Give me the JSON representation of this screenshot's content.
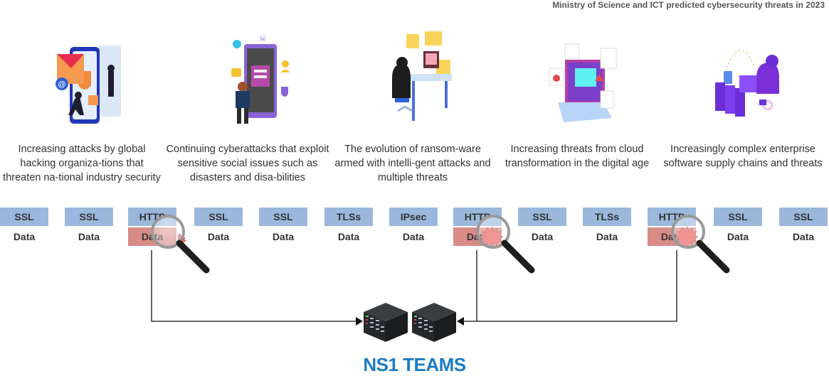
{
  "header": {
    "title": "Ministry of Science and ICT predicted cybersecurity threats in 2023"
  },
  "threats": [
    {
      "icon": "hacker-phone-email-illustration-icon",
      "caption": "Increasing attacks by global hacking organiza-tions that threaten na-tional industry security"
    },
    {
      "icon": "tablet-phishing-illustration-icon",
      "caption": "Continuing cyberattacks that exploit sensitive social issues such as disasters and disa-bilities"
    },
    {
      "icon": "ransomware-desk-illustration-icon",
      "caption": "The evolution of ransom-ware armed with intelli-gent attacks and multiple threats"
    },
    {
      "icon": "cloud-laptop-illustration-icon",
      "caption": "Increasing threats from cloud transformation in the digital age"
    },
    {
      "icon": "supply-chain-servers-illustration-icon",
      "caption": "Increasingly complex enterprise software supply chains and threats"
    }
  ],
  "packets": [
    {
      "protocol": "SSL",
      "payload": "Data",
      "inspected": false
    },
    {
      "protocol": "SSL",
      "payload": "Data",
      "inspected": false
    },
    {
      "protocol": "HTTP",
      "payload": "Data",
      "inspected": true
    },
    {
      "protocol": "SSL",
      "payload": "Data",
      "inspected": false
    },
    {
      "protocol": "SSL",
      "payload": "Data",
      "inspected": false
    },
    {
      "protocol": "TLSs",
      "payload": "Data",
      "inspected": false
    },
    {
      "protocol": "IPsec",
      "payload": "Data",
      "inspected": false
    },
    {
      "protocol": "HTTP",
      "payload": "Data",
      "inspected": true
    },
    {
      "protocol": "SSL",
      "payload": "Data",
      "inspected": false
    },
    {
      "protocol": "TLSs",
      "payload": "Data",
      "inspected": false
    },
    {
      "protocol": "HTTP",
      "payload": "Data",
      "inspected": true
    },
    {
      "protocol": "SSL",
      "payload": "Data",
      "inspected": false
    },
    {
      "protocol": "SSL",
      "payload": "Data",
      "inspected": false
    }
  ],
  "colors": {
    "protocol_header": "#9bb8dc",
    "suspicious_payload": "#d88c87",
    "threat_burst": "#e85b5b",
    "brand": "#1b7bc4"
  },
  "footer": {
    "brand": "NS1 TEAMS"
  }
}
